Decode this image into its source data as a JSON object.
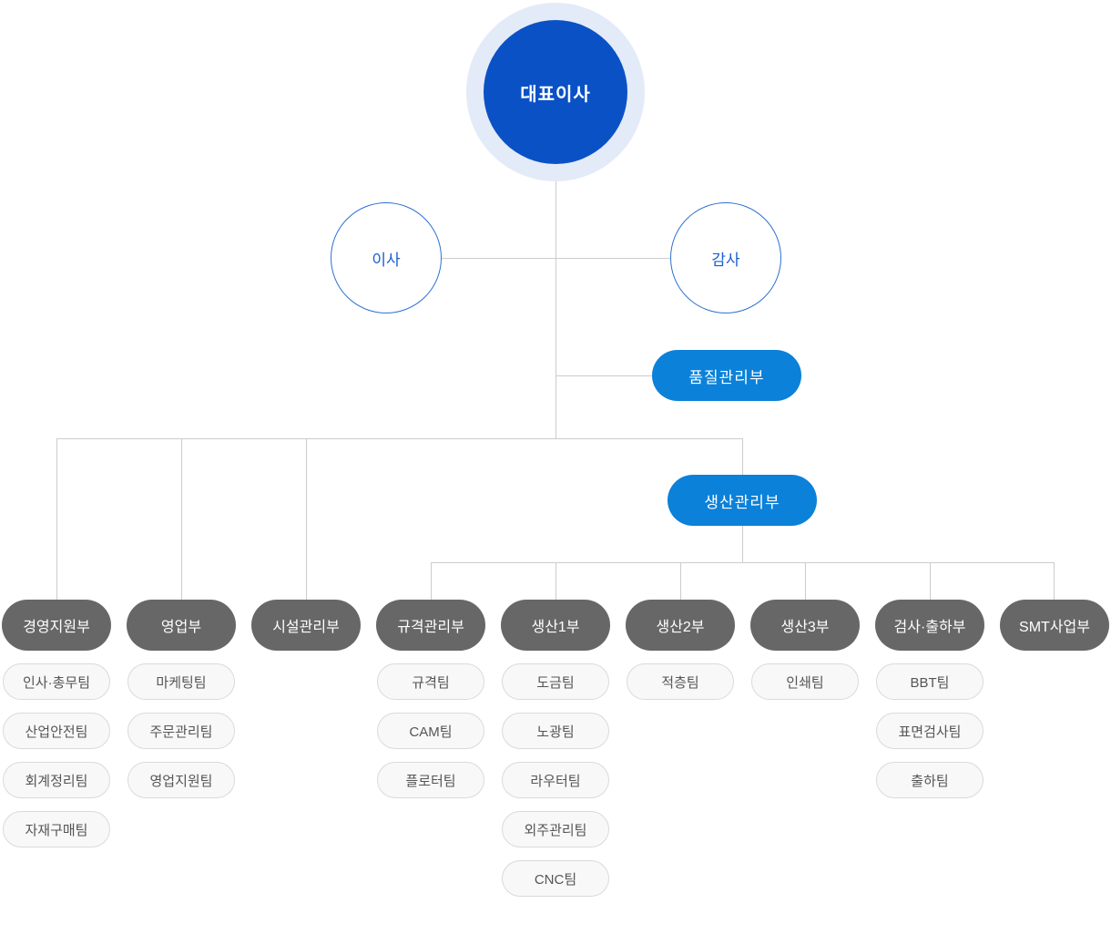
{
  "colors": {
    "ceo_fill": "#0b51c6",
    "ceo_halo": "#e3ebf8",
    "advisor_border": "#2e70d2",
    "advisor_text": "#1a5ed0",
    "staff_pill": "#0b81d9",
    "dept_pill": "#676767",
    "team_fill": "#f8f8f8",
    "team_border": "#dadada",
    "team_text": "#555555",
    "line": "#cccccc"
  },
  "org": {
    "root": {
      "label": "대표이사"
    },
    "advisors": [
      {
        "label": "이사"
      },
      {
        "label": "감사"
      }
    ],
    "staff": [
      {
        "label": "품질관리부"
      },
      {
        "label": "생산관리부"
      }
    ],
    "departments": [
      {
        "label": "경영지원부",
        "teams": [
          "인사·총무팀",
          "산업안전팀",
          "회계정리팀",
          "자재구매팀"
        ]
      },
      {
        "label": "영업부",
        "teams": [
          "마케팅팀",
          "주문관리팀",
          "영업지원팀"
        ]
      },
      {
        "label": "시설관리부",
        "teams": []
      },
      {
        "label": "규격관리부",
        "teams": [
          "규격팀",
          "CAM팀",
          "플로터팀"
        ]
      },
      {
        "label": "생산1부",
        "teams": [
          "도금팀",
          "노광팀",
          "라우터팀",
          "외주관리팀",
          "CNC팀"
        ]
      },
      {
        "label": "생산2부",
        "teams": [
          "적층팀"
        ]
      },
      {
        "label": "생산3부",
        "teams": [
          "인쇄팀"
        ]
      },
      {
        "label": "검사·출하부",
        "teams": [
          "BBT팀",
          "표면검사팀",
          "출하팀"
        ]
      },
      {
        "label": "SMT사업부",
        "teams": []
      }
    ]
  }
}
